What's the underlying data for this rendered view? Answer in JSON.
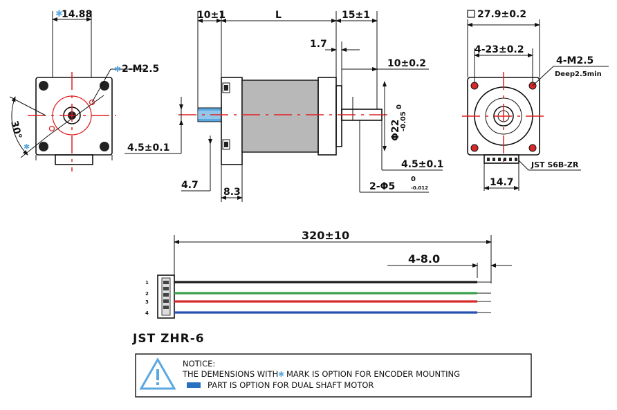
{
  "colors": {
    "accent_red": "#e02020",
    "encoder_mark_blue": "#5aa8e0",
    "motor_body_gray": "#b8b8b8",
    "wire_black": "#1a1a1a",
    "wire_green": "#3aa04a",
    "wire_red": "#d62a2a",
    "wire_blue": "#2450b0"
  },
  "front_view": {
    "width_dim": "14.88",
    "screw_label": "2-M2.5",
    "angle_label": "30°"
  },
  "side_view": {
    "dim_rear_shaft": "10±1",
    "dim_body": "L",
    "dim_front_shaft": "15±1",
    "dim_flange": "1.7",
    "dim_shaft_len": "10±0.2",
    "dim_diameter_top": "0",
    "dim_diameter_main": "Φ22",
    "dim_diameter_tol": "-0.05",
    "dim_flat_left": "4.5±0.1",
    "dim_flat_right": "4.5±0.1",
    "dim_offset": "4.7",
    "dim_base": "8.3",
    "dim_shaft_dia_main": "2-Φ5",
    "dim_shaft_dia_top": "0",
    "dim_shaft_dia_tol": "-0.012"
  },
  "rear_view": {
    "dim_square": "27.9±0.2",
    "dim_hole_spacing": "4-23±0.2",
    "screw_label": "4-M2.5",
    "screw_depth": "Deep2.5min",
    "connector_label": "JST S6B-ZR",
    "connector_width": "14.7"
  },
  "cable": {
    "length_dim": "320±10",
    "strip_dim": "4-8.0",
    "pin_labels": [
      "1",
      "2",
      "3",
      "4"
    ],
    "connector_name": "JST ZHR-6"
  },
  "notice": {
    "title": "NOTICE:",
    "line1_pre": "THE DEMENSIONS WITH",
    "line1_post": "MARK IS OPTION FOR ENCODER MOUNTING",
    "line2": "PART IS OPTION FOR DUAL SHAFT MOTOR",
    "warning_icon": "warning-triangle-icon"
  }
}
